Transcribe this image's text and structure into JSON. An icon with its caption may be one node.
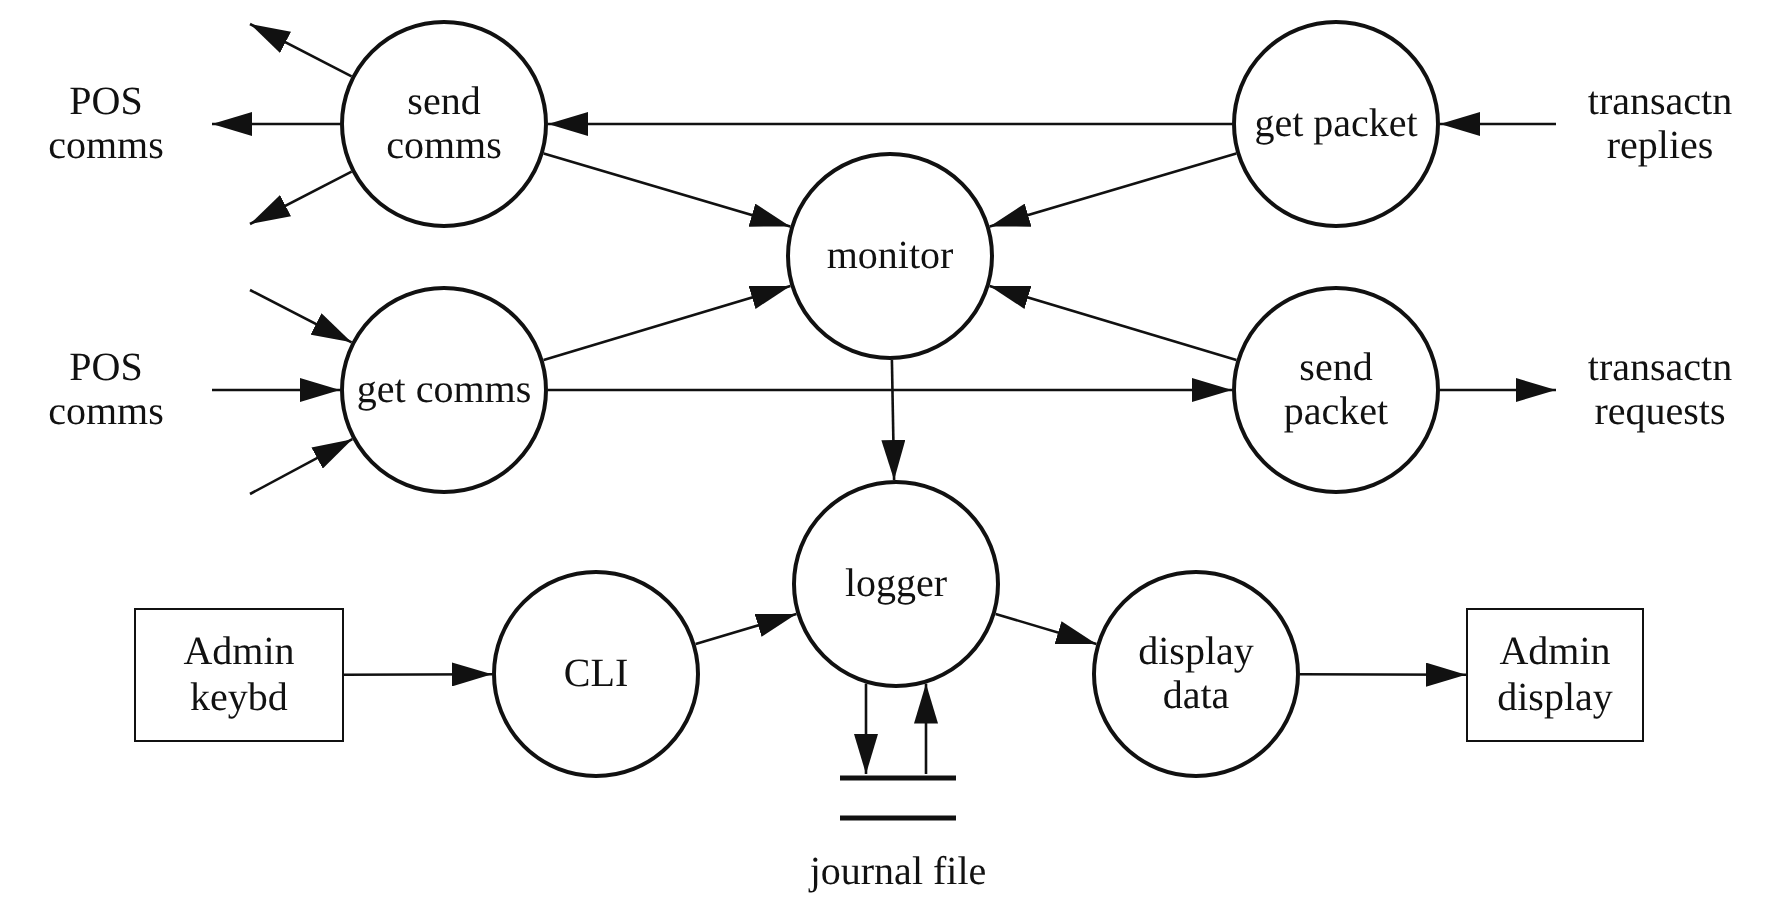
{
  "diagram": {
    "nodes": [
      {
        "text": [
          "POS comms"
        ]
      },
      {
        "text": [
          "send comms"
        ]
      },
      {
        "text": [
          "get packet"
        ]
      },
      {
        "text": [
          "transactn replies"
        ]
      },
      {
        "text": [
          "monitor"
        ]
      },
      {
        "text": [
          "POS comms"
        ]
      },
      {
        "text": [
          "get comms"
        ]
      },
      {
        "text": [
          "send packet"
        ]
      },
      {
        "text": [
          "transactn requests"
        ]
      },
      {
        "text": [
          "Admin keybd"
        ]
      },
      {
        "text": [
          "CLI"
        ]
      },
      {
        "text": [
          "logger"
        ]
      },
      {
        "text": [
          "display data"
        ]
      },
      {
        "text": [
          "Admin display"
        ]
      },
      {
        "text": [
          "journal file"
        ]
      }
    ],
    "edges": [
      {
        "from": 1,
        "to": null,
        "arrow": "to"
      },
      {
        "from": 1,
        "to": 0,
        "arrow": "to"
      },
      {
        "from": 1,
        "to": null,
        "arrow": "to"
      },
      {
        "from": 2,
        "to": 1,
        "arrow": "to"
      },
      {
        "from": 3,
        "to": 2,
        "arrow": "to"
      },
      {
        "from": 1,
        "to": 4,
        "arrow": "to"
      },
      {
        "from": 2,
        "to": 4,
        "arrow": "to"
      },
      {
        "from": null,
        "to": 6,
        "arrow": "to"
      },
      {
        "from": 5,
        "to": 6,
        "arrow": "to"
      },
      {
        "from": null,
        "to": 6,
        "arrow": "to"
      },
      {
        "from": 6,
        "to": 4,
        "arrow": "to"
      },
      {
        "from": 6,
        "to": 7,
        "arrow": "to"
      },
      {
        "from": 7,
        "to": 4,
        "arrow": "to"
      },
      {
        "from": 7,
        "to": 8,
        "arrow": "to"
      },
      {
        "from": 4,
        "to": 11,
        "arrow": "to"
      },
      {
        "from": 9,
        "to": 10,
        "arrow": "to"
      },
      {
        "from": 10,
        "to": 11,
        "arrow": "to"
      },
      {
        "from": 11,
        "to": 12,
        "arrow": "to"
      },
      {
        "from": 12,
        "to": 13,
        "arrow": "to"
      },
      {
        "from": 11,
        "to": 14,
        "arrow": "to"
      },
      {
        "from": 14,
        "to": 11,
        "arrow": "to"
      }
    ]
  }
}
